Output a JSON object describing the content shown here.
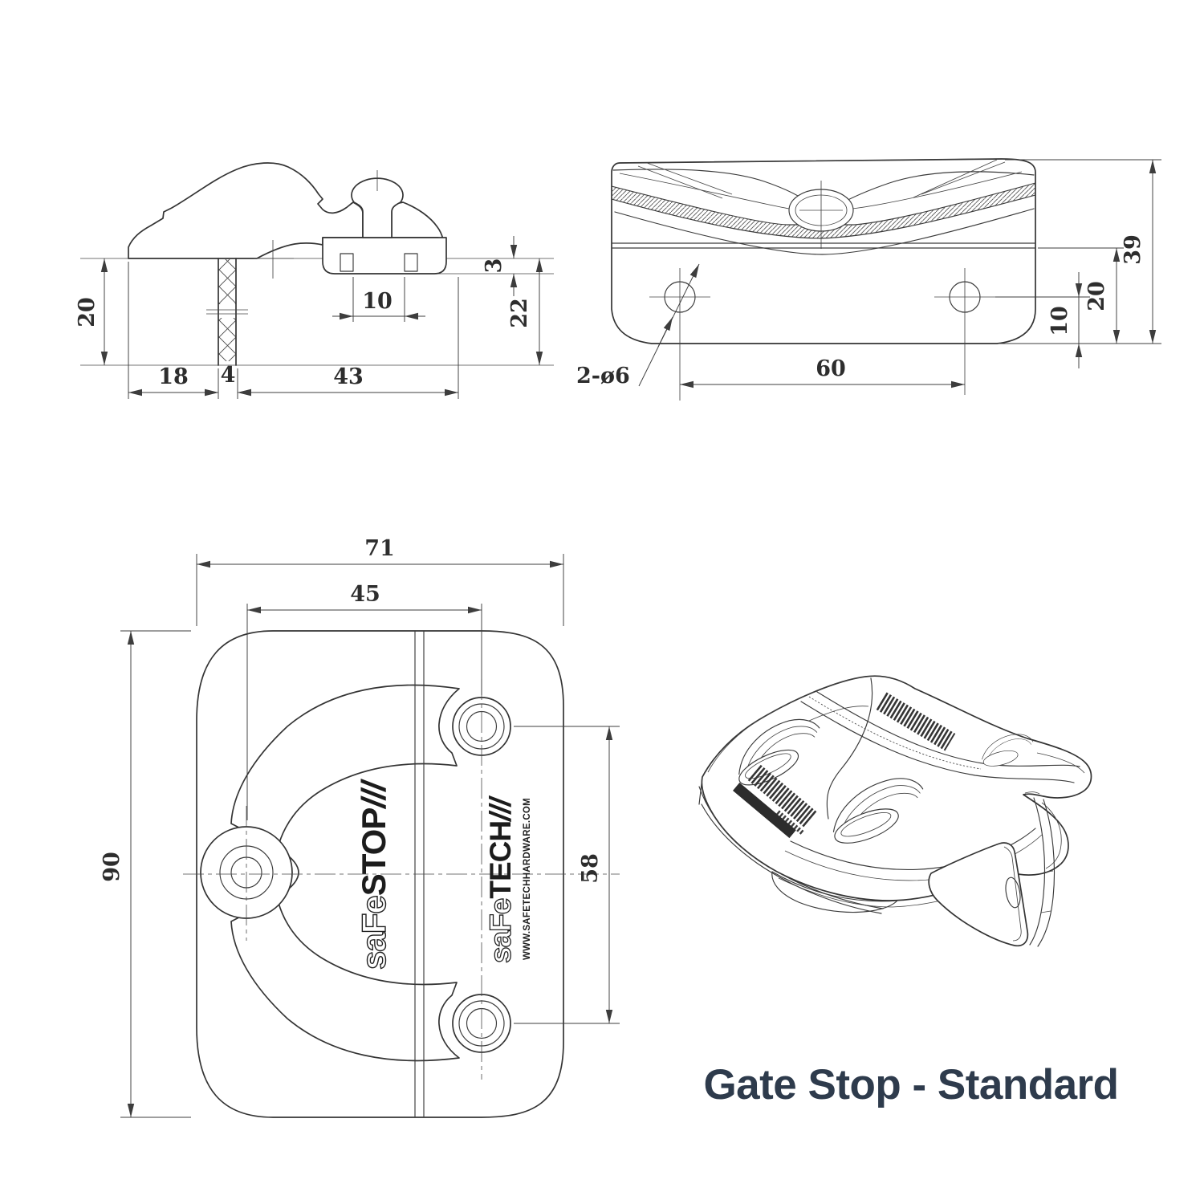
{
  "caption": {
    "text": "Gate Stop - Standard",
    "color": "#2e3b4c"
  },
  "section_view": {
    "dims": {
      "height_left": "20",
      "base_left": "18",
      "web": "4",
      "base_right": "43",
      "slot_pitch": "10",
      "lip": "3",
      "height_right": "22"
    }
  },
  "side_view": {
    "dims": {
      "total_height": "39",
      "hole_height": "20",
      "hole_offset": "10",
      "hole_pitch": "60",
      "holes_note": "2-ø6"
    }
  },
  "plan_view": {
    "dims": {
      "overall_width": "71",
      "hole_span_x": "45",
      "overall_height": "90",
      "hole_span_y": "58"
    },
    "branding": {
      "stop_prefix": "saFe",
      "stop_word": "STOP",
      "tech_prefix": "saFe",
      "tech_word": "TECH",
      "slashes": "///",
      "url": "WWW.SAFETECHHARDWARE.COM"
    }
  }
}
